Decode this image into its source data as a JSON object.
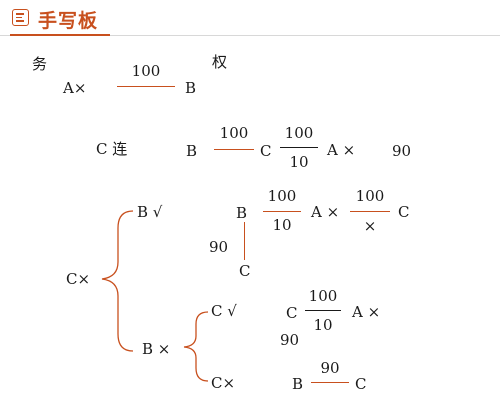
{
  "header": {
    "title": "手写板",
    "icon": "notes-icon"
  },
  "accent_color": "#c8501e",
  "notes": {
    "label_wu": "务",
    "label_quan": "权",
    "row1": {
      "left": "A×",
      "num": "100",
      "right": "B"
    },
    "row2": {
      "lead": "C 连",
      "b": "B",
      "num1": "100",
      "c": "C",
      "frac_num": "100",
      "frac_den": "10",
      "ax": "A ×",
      "ninety": "90"
    },
    "branch_b_check": {
      "label": "B √",
      "b": "B",
      "frac1_num": "100",
      "frac1_den": "10",
      "ax": "A ×",
      "frac2_num": "100",
      "frac2_den": "×",
      "c_right": "C",
      "ninety": "90",
      "c_below": "C"
    },
    "root": "C×",
    "branch_b_cross": {
      "label": "B ×"
    },
    "branch_c_check": {
      "label": "C √",
      "c": "C",
      "frac_num": "100",
      "frac_den": "10",
      "ax": "A ×",
      "ninety": "90"
    },
    "branch_c_cross": {
      "label": "C×",
      "b": "B",
      "num": "90",
      "c": "C"
    }
  }
}
